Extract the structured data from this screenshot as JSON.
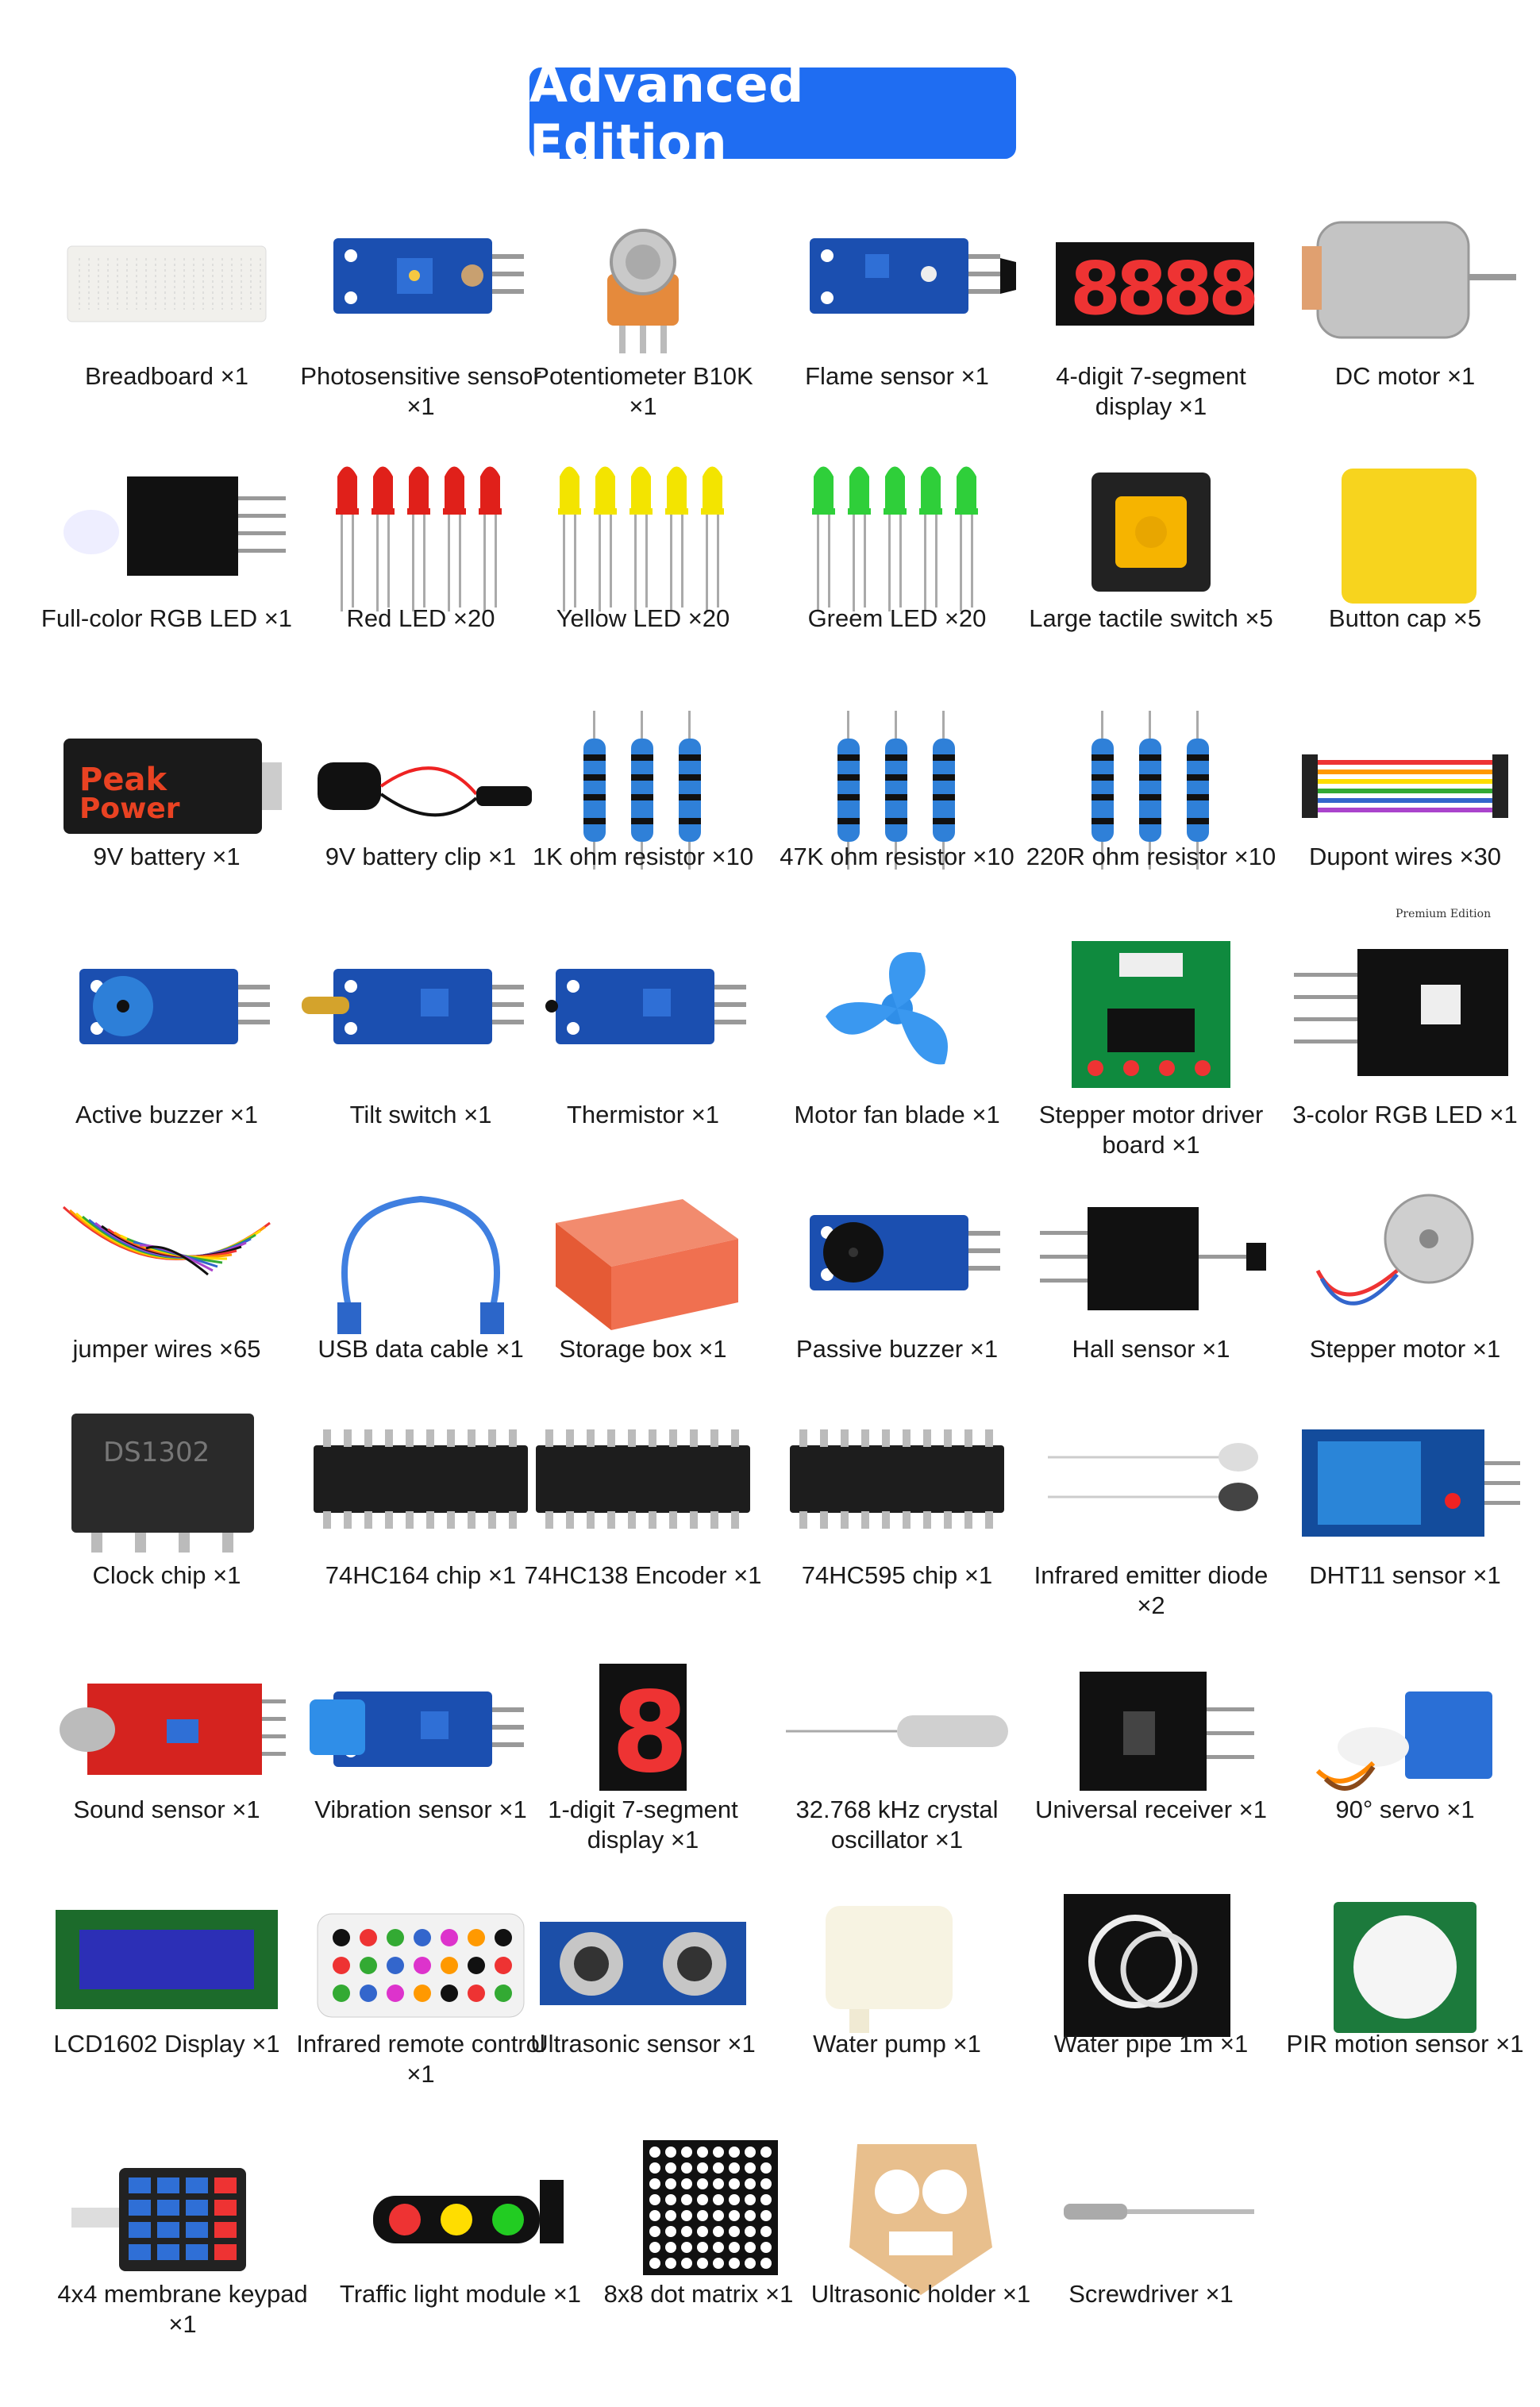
{
  "title": "Advanced Edition",
  "badge": "Premium Edition",
  "items": [
    {
      "label": "Breadboard ×1",
      "icon": "breadboard-icon"
    },
    {
      "label": "Photosensitive sensor ×1",
      "icon": "photosensitive-sensor-icon"
    },
    {
      "label": "Potentiometer B10K ×1",
      "icon": "potentiometer-icon"
    },
    {
      "label": "Flame sensor ×1",
      "icon": "flame-sensor-icon"
    },
    {
      "label": "4-digit 7-segment display ×1",
      "icon": "four-digit-display-icon"
    },
    {
      "label": "DC motor ×1",
      "icon": "dc-motor-icon"
    },
    {
      "label": "Full-color RGB LED ×1",
      "icon": "rgb-led-icon"
    },
    {
      "label": "Red LED ×20",
      "icon": "red-led-icon"
    },
    {
      "label": "Yellow LED ×20",
      "icon": "yellow-led-icon"
    },
    {
      "label": "Greem LED ×20",
      "icon": "green-led-icon"
    },
    {
      "label": "Large tactile switch ×5",
      "icon": "tactile-switch-icon"
    },
    {
      "label": "Button cap ×5",
      "icon": "button-cap-icon"
    },
    {
      "label": "9V battery ×1",
      "icon": "battery-icon"
    },
    {
      "label": "9V battery clip ×1",
      "icon": "battery-clip-icon"
    },
    {
      "label": "1K ohm resistor ×10",
      "icon": "resistor-icon"
    },
    {
      "label": "47K ohm resistor ×10",
      "icon": "resistor-icon"
    },
    {
      "label": "220R ohm resistor ×10",
      "icon": "resistor-icon"
    },
    {
      "label": "Dupont wires ×30",
      "icon": "dupont-wires-icon"
    },
    {
      "label": "Active buzzer ×1",
      "icon": "active-buzzer-icon"
    },
    {
      "label": "Tilt switch ×1",
      "icon": "tilt-switch-icon"
    },
    {
      "label": "Thermistor ×1",
      "icon": "thermistor-icon"
    },
    {
      "label": "Motor fan blade ×1",
      "icon": "fan-blade-icon"
    },
    {
      "label": "Stepper motor driver board ×1",
      "icon": "stepper-driver-icon"
    },
    {
      "label": "3-color RGB LED ×1",
      "icon": "rgb-module-icon"
    },
    {
      "label": "jumper wires ×65",
      "icon": "jumper-wires-icon"
    },
    {
      "label": "USB data cable ×1",
      "icon": "usb-cable-icon"
    },
    {
      "label": "Storage box ×1",
      "icon": "storage-box-icon"
    },
    {
      "label": "Passive buzzer ×1",
      "icon": "passive-buzzer-icon"
    },
    {
      "label": "Hall sensor ×1",
      "icon": "hall-sensor-icon"
    },
    {
      "label": "Stepper motor ×1",
      "icon": "stepper-motor-icon"
    },
    {
      "label": "Clock chip ×1",
      "icon": "clock-chip-icon"
    },
    {
      "label": "74HC164 chip ×1",
      "icon": "chip-icon"
    },
    {
      "label": "74HC138 Encoder ×1",
      "icon": "chip-icon"
    },
    {
      "label": "74HC595 chip ×1",
      "icon": "chip-icon"
    },
    {
      "label": "Infrared emitter diode ×2",
      "icon": "ir-diode-icon"
    },
    {
      "label": "DHT11 sensor ×1",
      "icon": "dht11-icon"
    },
    {
      "label": "Sound sensor ×1",
      "icon": "sound-sensor-icon"
    },
    {
      "label": "Vibration sensor ×1",
      "icon": "vibration-sensor-icon"
    },
    {
      "label": "1-digit 7-segment display ×1",
      "icon": "one-digit-display-icon"
    },
    {
      "label": "32.768 kHz crystal oscillator ×1",
      "icon": "crystal-icon"
    },
    {
      "label": "Universal receiver ×1",
      "icon": "ir-receiver-icon"
    },
    {
      "label": "90° servo ×1",
      "icon": "servo-icon"
    },
    {
      "label": "LCD1602 Display ×1",
      "icon": "lcd-icon"
    },
    {
      "label": "Infrared remote control ×1",
      "icon": "remote-icon"
    },
    {
      "label": "Ultrasonic sensor ×1",
      "icon": "ultrasonic-icon"
    },
    {
      "label": "Water pump ×1",
      "icon": "water-pump-icon"
    },
    {
      "label": "Water pipe 1m ×1",
      "icon": "water-pipe-icon"
    },
    {
      "label": "PIR motion sensor ×1",
      "icon": "pir-icon"
    },
    {
      "label": "4x4 membrane keypad ×1",
      "icon": "keypad-icon"
    },
    {
      "label": "Traffic light module ×1",
      "icon": "traffic-light-icon"
    },
    {
      "label": "8x8 dot matrix ×1",
      "icon": "dot-matrix-icon"
    },
    {
      "label": "Ultrasonic holder ×1",
      "icon": "holder-icon"
    },
    {
      "label": "Screwdriver ×1",
      "icon": "screwdriver-icon"
    }
  ]
}
